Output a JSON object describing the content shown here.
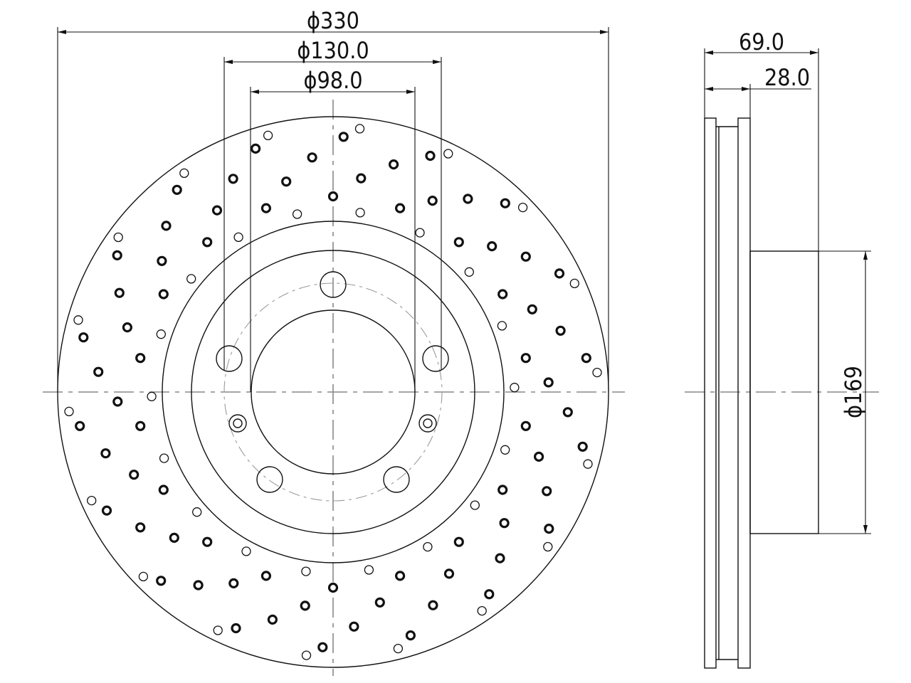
{
  "front_view": {
    "dimensions": {
      "outer_diameter": "ϕ330",
      "pcd_diameter": "ϕ130.0",
      "center_bore_diameter": "ϕ98.0"
    }
  },
  "side_view": {
    "dimensions": {
      "total_height": "69.0",
      "disc_thickness": "28.0",
      "hat_diameter": "ϕ169"
    }
  }
}
